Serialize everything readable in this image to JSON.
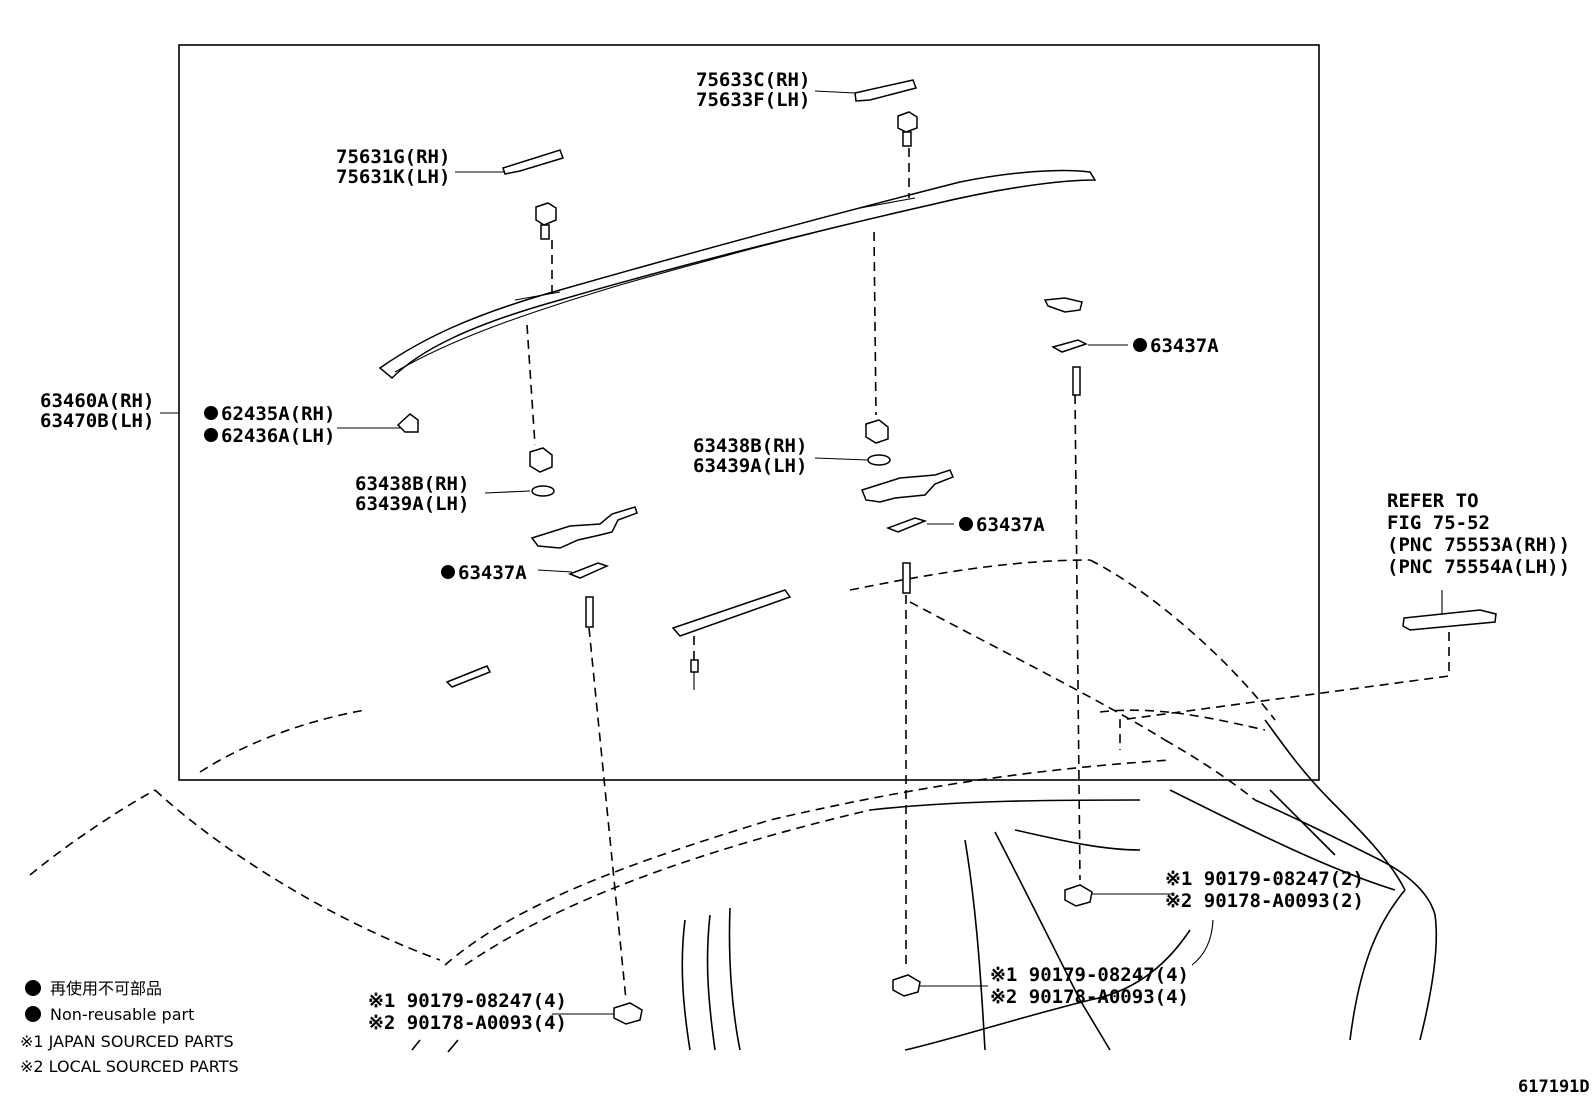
{
  "labels": {
    "p75633c": "75633C(RH)",
    "p75633f": "75633F(LH)",
    "p75631g": "75631G(RH)",
    "p75631k": "75631K(LH)",
    "p63460a": "63460A(RH)",
    "p63470b": "63470B(LH)",
    "p62435a": "62435A(RH)",
    "p62436a": "62436A(LH)",
    "p63438b_l": "63438B(RH)",
    "p63439a_l": "63439A(LH)",
    "p63437a_l": "63437A",
    "p63438b_c": "63438B(RH)",
    "p63439a_c": "63439A(LH)",
    "p63437a_c": "63437A",
    "p63437a_r": "63437A",
    "refer1": "REFER TO",
    "refer2": "FIG 75-52",
    "refer3": "(PNC 75553A(RH))",
    "refer4": "(PNC 75554A(LH))",
    "nut_r1": "※1 90179-08247(2)",
    "nut_r2": "※2 90178-A0093(2)",
    "nut_c1": "※1 90179-08247(4)",
    "nut_c2": "※2 90178-A0093(4)",
    "nut_l1": "※1 90179-08247(4)",
    "nut_l2": "※2 90178-A0093(4)"
  },
  "legend": {
    "jp_nonreusable": "再使用不可部品",
    "nonreusable": "Non-reusable part",
    "note1": "※1  JAPAN SOURCED PARTS",
    "note2": "※2  LOCAL SOURCED PARTS"
  },
  "figure_id": "617191D"
}
